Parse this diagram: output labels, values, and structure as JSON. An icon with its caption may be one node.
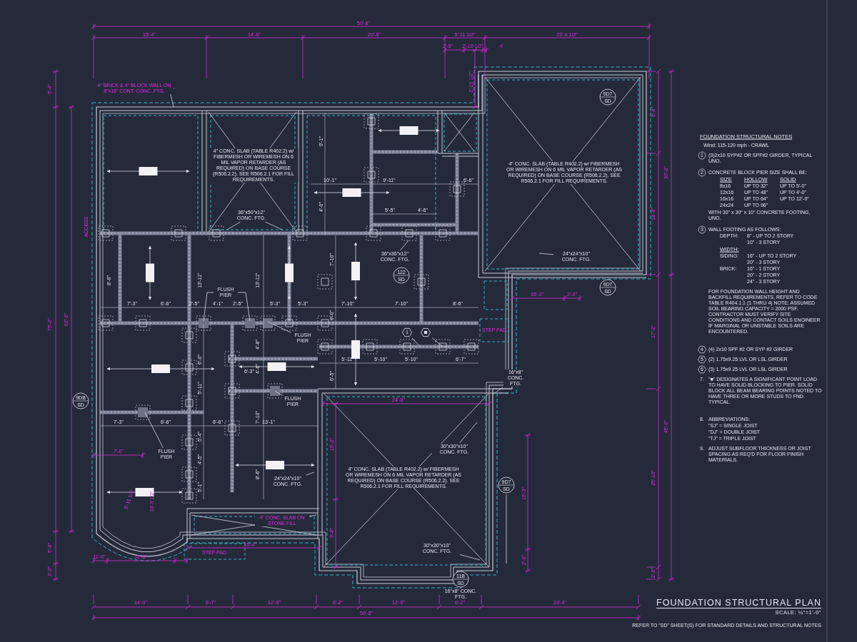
{
  "diagram": {
    "title": "FOUNDATION STRUCTURAL PLAN",
    "caption": "REFER TO \"SD\" SHEET(S) FOR STANDARD DETAILS AND STRUCTURAL NOTES",
    "nodes": [
      {
        "text": [
          "4\" BRICK & 4\" BLOCK WALL ON 8\"x16\" CONT. CONC. FTG."
        ]
      },
      {
        "text": [
          "36\"x50\"x12\" CONC. FTG."
        ]
      },
      {
        "text": [
          "36\"x36\"x12\" CONC. FTG."
        ]
      },
      {
        "text": [
          "24\"x24\"x10\" CONC. FTG."
        ]
      },
      {
        "text": [
          "FLUSH PIER"
        ]
      },
      {
        "text": [
          "FLUSH PIER"
        ]
      },
      {
        "text": [
          "FLUSH PIER"
        ]
      },
      {
        "text": [
          "FLUSH PIER"
        ]
      },
      {
        "text": [
          "24\"x24\"x10\" CONC. FTG."
        ]
      },
      {
        "text": [
          "30\"x30\"x10\" CONC. FTG."
        ]
      },
      {
        "text": [
          "30\"x30\"x10\" CONC. FTG."
        ]
      },
      {
        "text": [
          "16\"x8\" CONC. FTG."
        ]
      },
      {
        "text": [
          "16\"x8\" CONC. FTG."
        ]
      },
      {
        "text": [
          "122",
          "SD"
        ]
      },
      {
        "text": [
          "9D7",
          "SD"
        ]
      },
      {
        "text": [
          "9D7",
          "SD"
        ]
      },
      {
        "text": [
          "9D7",
          "SD"
        ]
      },
      {
        "text": [
          "9DB",
          "SD"
        ]
      },
      {
        "text": [
          "11B",
          "SD"
        ]
      },
      {
        "text": [
          "1"
        ]
      },
      {
        "text": [],
        "shape": "hexagon"
      }
    ],
    "edges": [
      {
        "from": 0,
        "to": null,
        "arrow": "none"
      },
      {
        "from": 1,
        "to": null,
        "arrow": "none"
      },
      {
        "from": 1,
        "to": null,
        "arrow": "none"
      },
      {
        "from": 2,
        "to": null,
        "arrow": "none"
      },
      {
        "from": 3,
        "to": null,
        "arrow": "none"
      },
      {
        "from": 4,
        "to": null,
        "arrow": "none"
      },
      {
        "from": 4,
        "to": null,
        "arrow": "none"
      },
      {
        "from": 5,
        "to": null,
        "arrow": "none"
      },
      {
        "from": 6,
        "to": null,
        "arrow": "none"
      },
      {
        "from": 7,
        "to": null,
        "arrow": "none"
      },
      {
        "from": 8,
        "to": null,
        "arrow": "none"
      },
      {
        "from": 9,
        "to": null,
        "arrow": "none"
      },
      {
        "from": 10,
        "to": null,
        "arrow": "none"
      },
      {
        "from": 11,
        "to": null,
        "arrow": "none"
      },
      {
        "from": 19,
        "to": null,
        "arrow": "none"
      },
      {
        "from": 20,
        "to": null,
        "arrow": "none"
      },
      {
        "from": 16,
        "to": null,
        "arrow": "none"
      }
    ],
    "labels": [
      "50'-8\"",
      "15'-4\"",
      "14'-0\"",
      "20'-8\"",
      "5'-11 1/2\"",
      "23'-6 1/2\"",
      "2'-9\"",
      "2'-10 1/2\"",
      "4'",
      "5'-4\"",
      "75'-2\"",
      "5'-8\"",
      "2'-2\"",
      "62'-2\"",
      "8'-8\"",
      "30'-0\"",
      "18'-8\"",
      "17'-2\"",
      "45'-0\"",
      "25'-10\"",
      "2'-0\"",
      "14'-0\"",
      "6'-7\"",
      "12'-5\"",
      "6'-2\"",
      "12'-0\"",
      "6'-2\"",
      "23'-4\"",
      "50'-8\"",
      "4\" CONC. SLAB (TABLE R402.2) w/ FIBERMESH OR WIREMESH ON 6 MIL VAPOR RETARDER (AS REQUIRED) ON BASE COURSE (R506.2.2). SEE R506.2.1 FOR FILL REQUIREMENTS.",
      "4\" CONC. SLAB (TABLE R402.2) w/ FIBERMESH OR WIREMESH ON 6 MIL VAPOR RETARDER (AS REQUIRED) ON BASE COURSE (R506.2.2). SEE R506.2.1 FOR FILL REQUIREMENTS.",
      "4\" CONC. SLAB (TABLE R402.2) w/ FIBERMESH OR WIREMESH ON 6 MIL VAPOR RETARDER (AS REQUIRED) ON BASE COURSE (R506.2.2). SEE R506.2.1 FOR FILL REQUIREMENTS.",
      "4\" CONC. SLAB ON STONE FILL",
      "STEP PAD",
      "STEP PAD",
      "ACCESS",
      "9'-1\"",
      "10'-1\"",
      "9'-11\"",
      "6'-6\"",
      "4'-0\"",
      "5'-5\"",
      "4'-6\"",
      "13'-11\"",
      "13'-11\"",
      "8'-6\"",
      "7'-10\"",
      "7'-3\"",
      "6'-6\"",
      "2'-5\"",
      "4'-1\"",
      "2'-5\"",
      "5'-3\"",
      "5'-3\"",
      "7'-10\"",
      "7'-10\"",
      "8'-6\"",
      "9'-0\"",
      "5'-11\"",
      "5'-10\"",
      "5'-10\"",
      "6'-7\"",
      "6'-0\"",
      "4'-8\"",
      "4'-6\"",
      "6'-3\"",
      "6'-5\"",
      "5'-11\"",
      "7'-10\"",
      "7'-3\"",
      "6'-6\"",
      "6'-6\"",
      "13'-1\"",
      "5'-4\"",
      "4'-5\"",
      "8'-6\"",
      "5'-1\"",
      "7'-0\"",
      "24'-0\"",
      "16'-2\"",
      "8'-11 1/4\"",
      "10'-9 1/2\"",
      "15'-4\"",
      "11'-0\"",
      "11'-6\"",
      "16'-3\"",
      "2'-0\"",
      "2'-10 1/2\"",
      "9'-8\"",
      "16'-3\"",
      "2'-0\"",
      "FOUNDATION STRUCTURAL NOTES",
      "Wind: 115-120 mph - CRAWL",
      "1",
      "(3)2x10 SYP#2 OR SPF#2 GIRDER, TYPICAL UNO.",
      "2",
      "CONCRETE BLOCK PIER SIZE SHALL BE:",
      "SIZE",
      "HOLLOW",
      "SOLID",
      "8x16",
      "UP TO 32\"",
      "UP TO 5'-0\"",
      "12x16",
      "UP TO 48\"",
      "UP TO 4'-0\"",
      "16x16",
      "UP TO 64\"",
      "UP TO 12'-0\"",
      "24x24",
      "UP TO 96\"",
      "WITH 30\" x 30\" x 10\" CONCRETE FOOTING, UNO.",
      "3",
      "WALL FOOTING AS FOLLOWS:",
      "DEPTH:",
      "8\" - UP TO 2 STORY",
      "10\" - 3 STORY",
      "WIDTH:",
      "SIDING:",
      "16\" - UP TO 2 STORY",
      "20\" - 3 STORY",
      "BRICK:",
      "16\" - 1 STORY",
      "20\" - 2 STORY",
      "24\" - 3 STORY",
      "FOR FOUNDATION WALL HEIGHT AND BACKFILL REQUIREMENTS, REFER TO CODE TABLE R404.1.1 (1 THRU 4) NOTE: ASSUMED SOIL BEARING CAPACITY = 2000 PSF. CONTRACTOR MUST VERIFY SITE CONDITIONS AND CONTACT SOILS ENGINEER IF MARGINAL OR UNSTABLE SOILS ARE ENCOUNTERED.",
      "4",
      "(4) 2x10 SPF #2 OR SYP #2 GIRDER",
      "5",
      "(2) 1.75x9.25 LVL OR LSL GIRDER",
      "6",
      "(3) 1.75x9.25 LVL OR LSL GIRDER",
      "7.",
      "\"■\" DESIGNATES A SIGNIFICANT POINT LOAD TO HAVE SOLID BLOCKING TO PIER. SOLID BLOCK ALL BEAM BEARING POINTS NOTED TO HAVE THREE OR MORE STUDS TO FND. TYPICAL.",
      "8.",
      "ABBREVIATIONS:",
      "\"SJ\" = SINGLE JOIST",
      "\"DJ\" = DOUBLE JOIST",
      "\"TJ\" = TRIPLE JOIST",
      "9.",
      "ADJUST SUBFLOOR THICKNESS OR JOIST SPACING AS REQ'D FOR FLOOR FINISH MATERIALS.",
      "SCALE: ¼\"=1'-0\""
    ]
  }
}
